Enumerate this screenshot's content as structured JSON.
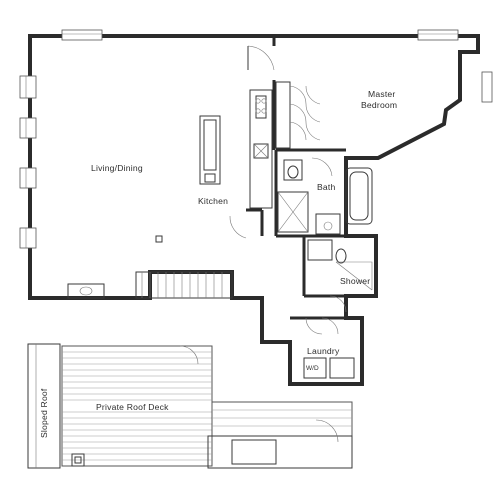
{
  "floorplan": {
    "rooms": {
      "living_dining": "Living/Dining",
      "kitchen": "Kitchen",
      "master_bedroom_line1": "Master",
      "master_bedroom_line2": "Bedroom",
      "bath": "Bath",
      "shower": "Shower",
      "laundry": "Laundry",
      "washer_dryer": "W/D",
      "private_roof_deck": "Private Roof Deck",
      "sloped_roof": "Sloped Roof"
    },
    "colors": {
      "wall": "#2b2b2b",
      "line": "#3a3a3a",
      "deck": "#9a9a9a"
    }
  }
}
